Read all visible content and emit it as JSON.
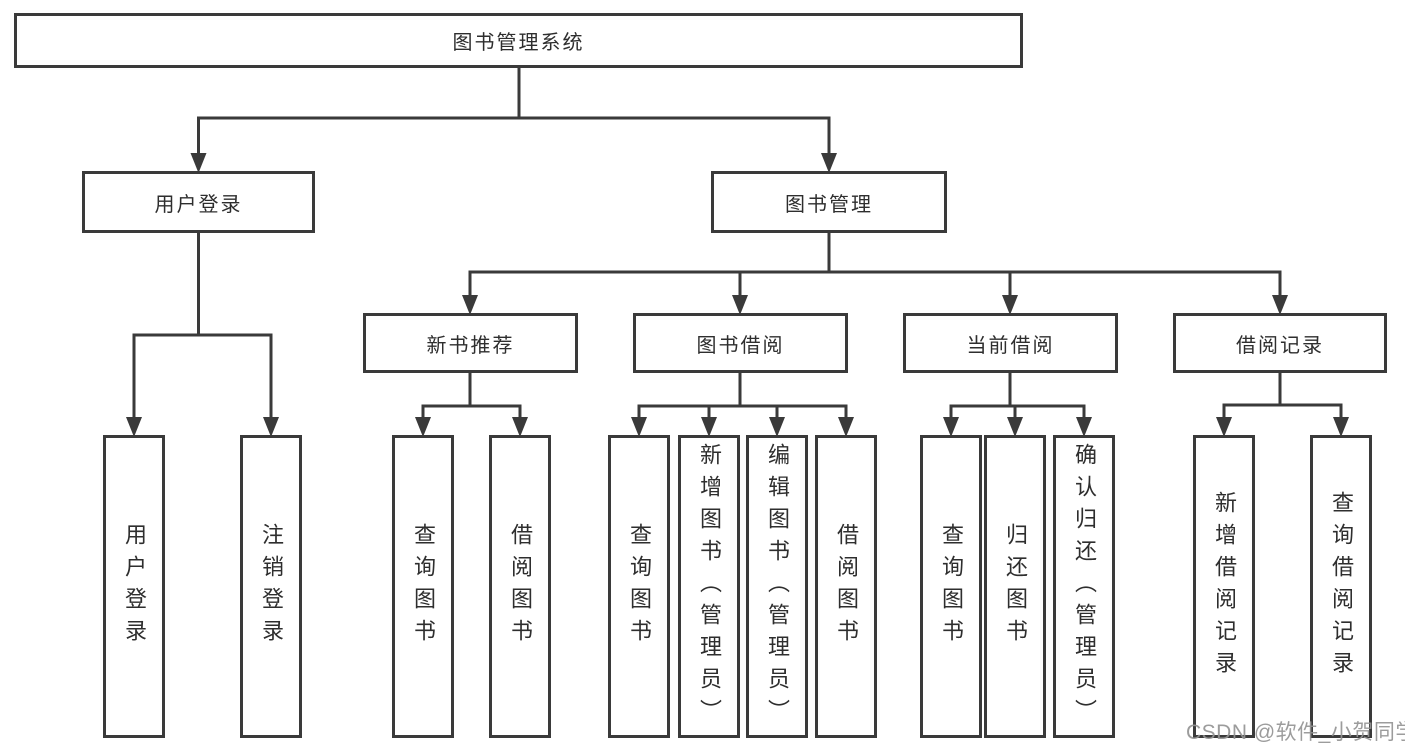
{
  "diagram": {
    "root": {
      "label": "图书管理系统"
    },
    "branches": [
      {
        "label": "用户登录",
        "items": [
          {
            "label": "用户登录"
          },
          {
            "label": "注销登录"
          }
        ]
      },
      {
        "label": "图书管理",
        "sections": [
          {
            "label": "新书推荐",
            "items": [
              {
                "label": "查询图书"
              },
              {
                "label": "借阅图书"
              }
            ]
          },
          {
            "label": "图书借阅",
            "items": [
              {
                "label": "查询图书"
              },
              {
                "label": "新增图书（管理员）"
              },
              {
                "label": "编辑图书（管理员）"
              },
              {
                "label": "借阅图书"
              }
            ]
          },
          {
            "label": "当前借阅",
            "items": [
              {
                "label": "查询图书"
              },
              {
                "label": "归还图书"
              },
              {
                "label": "确认归还（管理员）"
              }
            ]
          },
          {
            "label": "借阅记录",
            "items": [
              {
                "label": "新增借阅记录"
              },
              {
                "label": "查询借阅记录"
              }
            ]
          }
        ]
      }
    ]
  },
  "watermark": {
    "text": "CSDN @软件_小贺同学"
  },
  "colors": {
    "line": "#3a3a3a",
    "box_border": "#3a3a3a",
    "text": "#2e2e2e",
    "watermark": "#949494",
    "background": "#ffffff"
  }
}
